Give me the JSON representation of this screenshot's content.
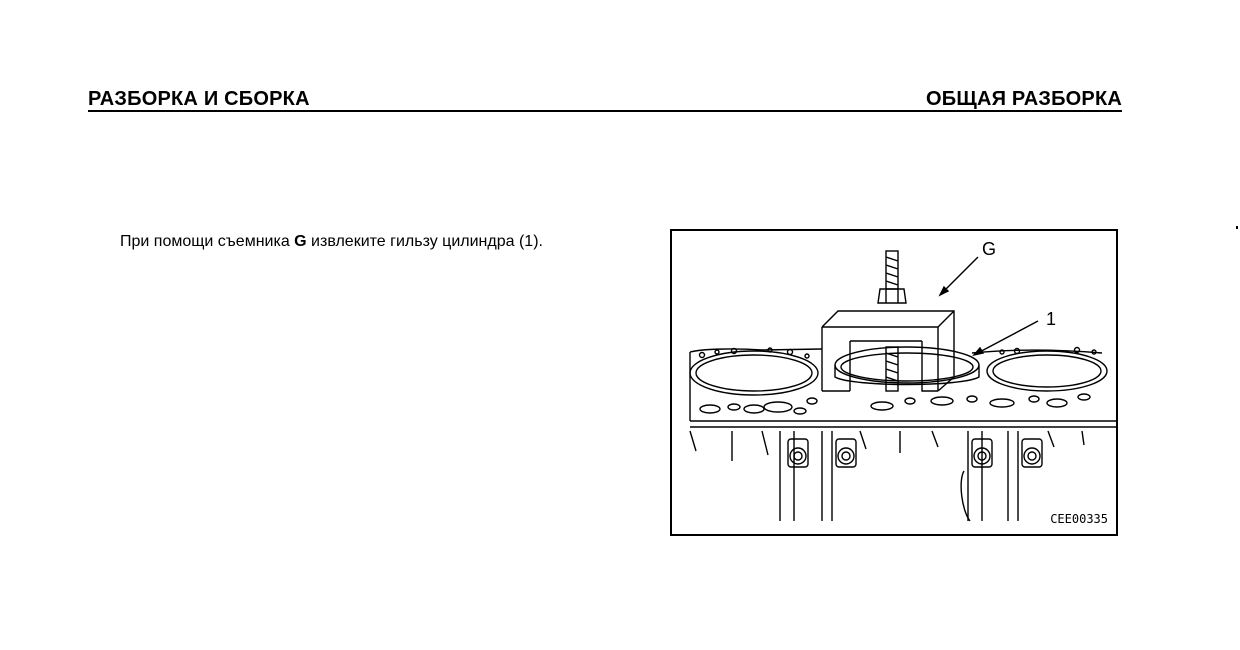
{
  "header": {
    "left_title": "РАЗБОРКА И СБОРКА",
    "right_title": "ОБЩАЯ РАЗБОРКА"
  },
  "instruction": {
    "part1": "При помощи съемника ",
    "tool": "G",
    "part2": " извлеките гильзу цилиндра (1)."
  },
  "figure": {
    "label_tool": "G",
    "label_part": "1",
    "code": "CEE00335"
  }
}
